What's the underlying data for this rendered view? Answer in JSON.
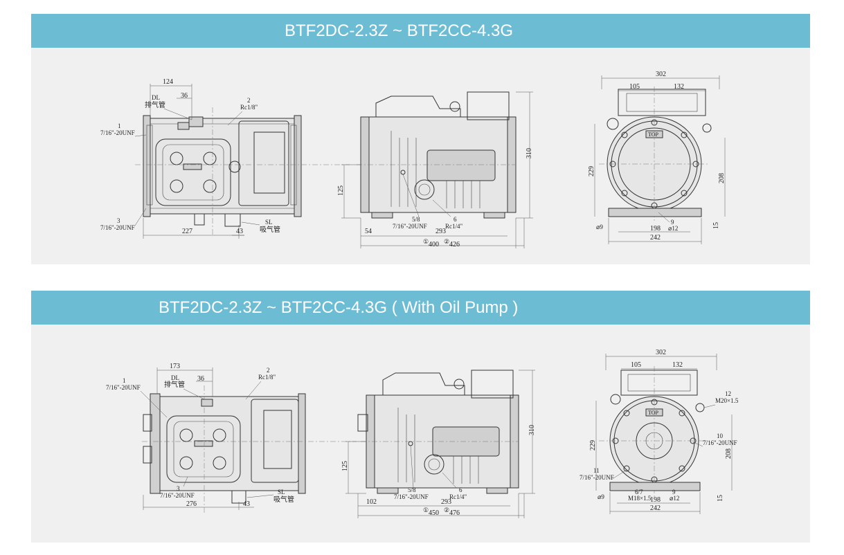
{
  "panels": [
    {
      "title": "BTF2DC-2.3Z ~ BTF2CC-4.3G",
      "front": {
        "dim_top": "124",
        "dim_mid": "36",
        "dl": "DL",
        "dl_cn": "排气管",
        "c1_no": "1",
        "c1_thread": "7/16\"-20UNF",
        "c2_no": "2",
        "c2_thread": "Rc1/8\"",
        "c3_no": "3",
        "c3_thread": "7/16\"-20UNF",
        "dim_bottom": "227",
        "dim_right": "43",
        "sl": "SL",
        "sl_cn": "吸气管"
      },
      "side": {
        "dim_height": "310",
        "dim_lower": "125",
        "c5_no": "5/8",
        "c5_thread": "7/16\"-20UNF",
        "c6_no": "6",
        "c6_thread": "Rc1/4\"",
        "dim_left": "54",
        "dim_mid": "293",
        "len_a_sym": "①",
        "len_a": "400",
        "len_b_sym": "②",
        "len_b": "426"
      },
      "end": {
        "dim_top": "302",
        "dim_left": "105",
        "dim_right": "132",
        "dim_h_left": "229",
        "dim_h_right": "208",
        "c9_no": "9",
        "c9_size": "⌀12",
        "foot_hole": "⌀9",
        "dim_base_inner": "198",
        "dim_base": "242",
        "dim_foot": "15",
        "top_mark": "TOP"
      }
    },
    {
      "title": "BTF2DC-2.3Z ~ BTF2CC-4.3G ( With Oil Pump )",
      "front": {
        "dim_top": "173",
        "dim_mid": "36",
        "dl": "DL",
        "dl_cn": "排气管",
        "c1_no": "1",
        "c1_thread": "7/16\"-20UNF",
        "c2_no": "2",
        "c2_thread": "Rc1/8\"",
        "c3_no": "3",
        "c3_thread": "7/16\"-20UNF",
        "dim_bottom": "276",
        "dim_right": "43",
        "sl": "SL",
        "sl_cn": "吸气管"
      },
      "side": {
        "dim_height": "310",
        "dim_lower": "125",
        "c5_no": "5/8",
        "c5_thread": "7/16\"-20UNF",
        "c6_no": "6",
        "c6_thread": "Rc1/4\"",
        "dim_left": "102",
        "dim_mid": "293",
        "len_a_sym": "①",
        "len_a": "450",
        "len_b_sym": "②",
        "len_b": "476"
      },
      "end": {
        "dim_top": "302",
        "dim_left": "105",
        "dim_right": "132",
        "dim_h_left": "229",
        "dim_h_right": "208",
        "c12_no": "12",
        "c12_thread": "M20×1.5",
        "c10_no": "10",
        "c10_thread": "7/16\"-20UNF",
        "c11_no": "11",
        "c11_thread": "7/16\"-20UNF",
        "c67_no": "6/7",
        "c67_thread": "M18×1.5",
        "c9_no": "9",
        "c9_size": "⌀12",
        "foot_hole": "⌀9",
        "dim_base_inner": "198",
        "dim_base": "242",
        "dim_foot": "15",
        "top_mark": "TOP"
      }
    }
  ]
}
